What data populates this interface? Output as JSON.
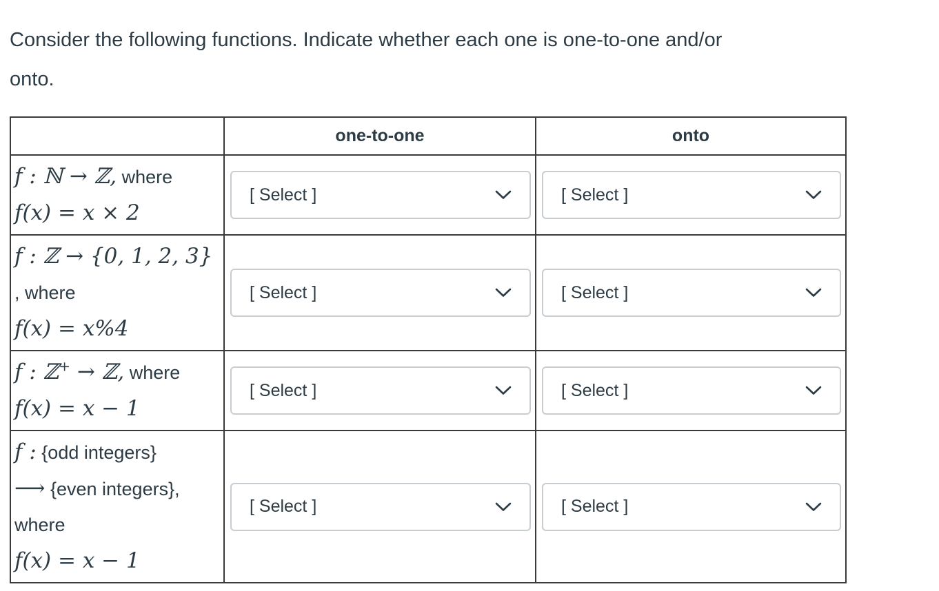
{
  "question": {
    "line1": "Consider the following functions. Indicate whether each one is one-to-one and/or",
    "line2": "onto."
  },
  "colors": {
    "text": "#2D3B45",
    "table_border": "#3a3a3a",
    "select_border": "#C7CDD1",
    "background": "#ffffff"
  },
  "table": {
    "headers": [
      "",
      "one-to-one",
      "onto"
    ],
    "select_placeholder": "[ Select ]",
    "rows": [
      {
        "line1_math": "f : ℕ → ℤ,",
        "line1_text": " where",
        "line2_math": "f(x) = x × 2"
      },
      {
        "line1_math": "f : ℤ → {0, 1, 2, 3}",
        "line2_text": ", where",
        "line3_math": "f(x) = x%4"
      },
      {
        "line1_math_pre": "f : ℤ",
        "line1_sup": "+",
        "line1_math_post": " → ℤ,",
        "line1_text": " where",
        "line2_math": "f(x) = x − 1"
      },
      {
        "line1_math": "f :",
        "line1_text": " {odd integers}",
        "line2_math": "⟶",
        "line2_text": " {even integers},",
        "line3_text": "where",
        "line4_math": "f(x) = x − 1"
      }
    ]
  }
}
